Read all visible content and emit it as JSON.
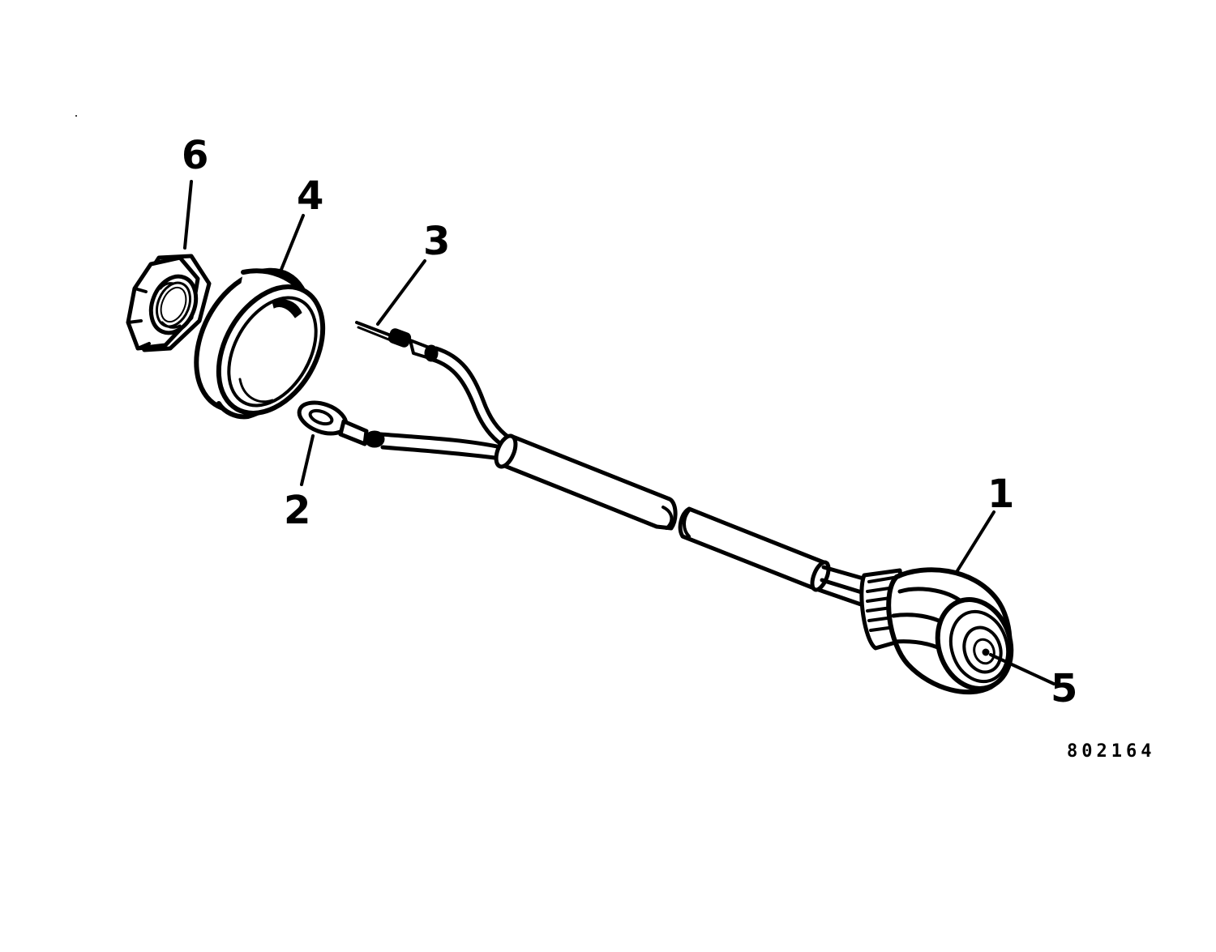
{
  "callouts": {
    "1": "1",
    "2": "2",
    "3": "3",
    "4": "4",
    "5": "5",
    "6": "6"
  },
  "figure_number": "802164"
}
